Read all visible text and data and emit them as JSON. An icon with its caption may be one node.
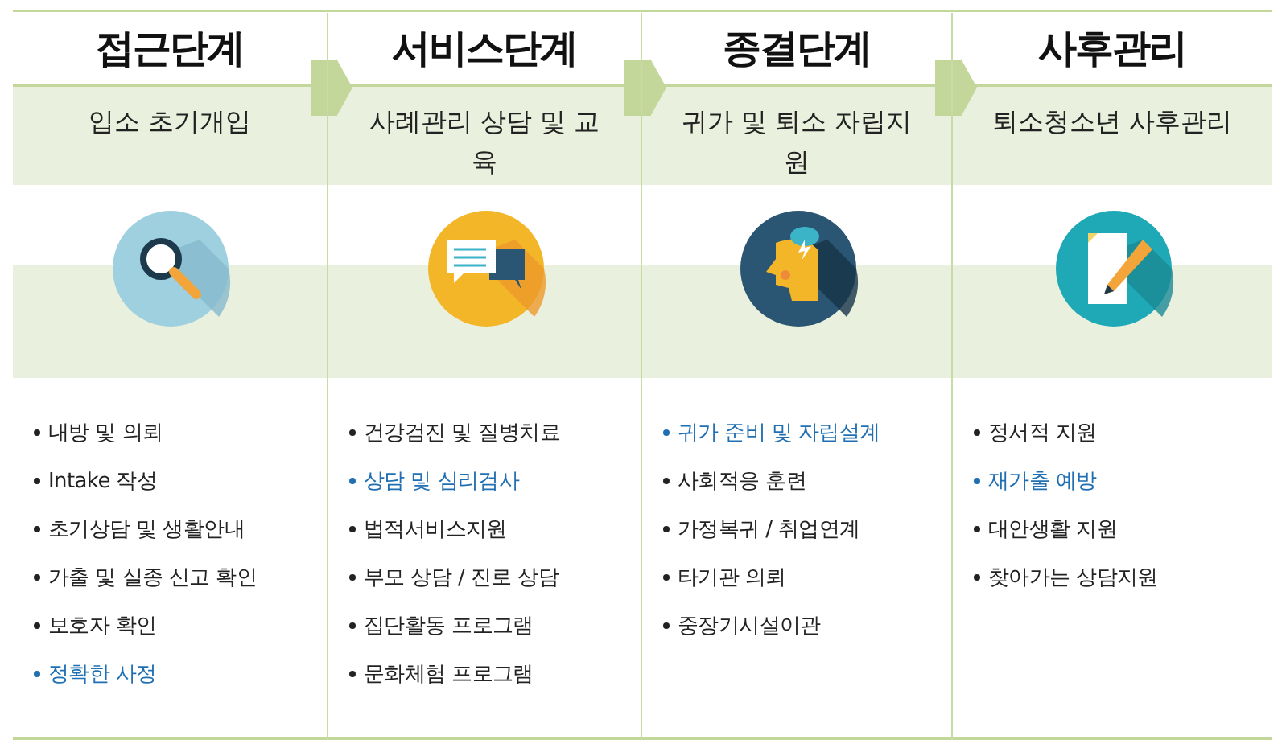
{
  "diagram": {
    "nodes": [
      {
        "text": [
          "접근단계",
          "입소 초기개입",
          "내방 및 의뢰",
          "Intake 작성",
          "초기상담  및 생활안내",
          "가출 및 실종 신고 확인",
          "보호자 확인",
          "정확한 사정"
        ]
      },
      {
        "text": [
          "서비스단계",
          "사례관리 상담 및 교육",
          "건강검진 및 질병치료",
          "상담 및 심리검사",
          "법적서비스지원",
          "부모 상담 / 진로 상담",
          "집단활동 프로그램",
          "문화체험 프로그램"
        ]
      },
      {
        "text": [
          "종결단계",
          "귀가 및 퇴소 자립지원",
          "귀가 준비 및 자립설계",
          "사회적응 훈련",
          "가정복귀 / 취업연계",
          "타기관 의뢰",
          "중장기시설이관"
        ]
      },
      {
        "text": [
          "사후관리",
          "퇴소청소년 사후관리",
          "정서적 지원",
          "재가출 예방",
          "대안생활 지원",
          "찾아가는 상담지원"
        ]
      }
    ],
    "edges": [
      {
        "from": 0,
        "to": 1,
        "arrow": "to"
      },
      {
        "from": 1,
        "to": 2,
        "arrow": "to"
      },
      {
        "from": 2,
        "to": 3,
        "arrow": "to"
      }
    ]
  }
}
